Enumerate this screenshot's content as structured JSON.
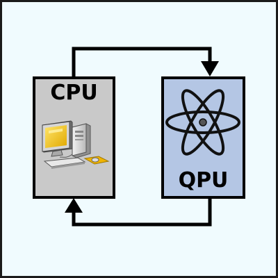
{
  "cpu": {
    "label": "CPU",
    "fill_color": "#c9c9c9",
    "icon": "desktop-computer-icon"
  },
  "qpu": {
    "label": "QPU",
    "fill_color": "#b4c6e4",
    "icon": "atom-icon"
  },
  "background_color": "#f0fbfe",
  "frame_color": "#1a1a1a",
  "arrows": [
    {
      "from": "cpu",
      "to": "qpu",
      "route": "top"
    },
    {
      "from": "qpu",
      "to": "cpu",
      "route": "bottom"
    }
  ]
}
